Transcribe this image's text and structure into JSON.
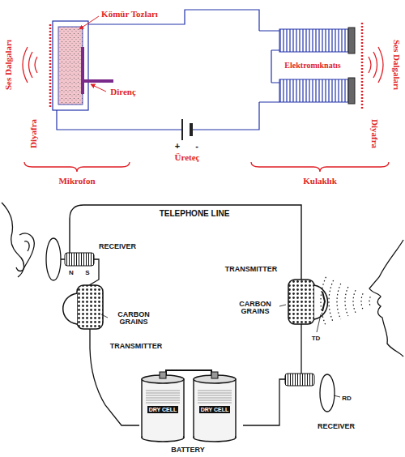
{
  "diagram": {
    "nodes": [
      {
        "text": [
          "DRY CELL"
        ]
      },
      {
        "text": [
          "DRY CELL"
        ]
      }
    ],
    "edges": [
      {
        "from": 0,
        "to": 1,
        "arrow": "none"
      }
    ],
    "labels": [
      "Kömür Tozları",
      "Direnç",
      "Ses Dalgaları",
      "Diyafra",
      "Elektromıknatıs",
      "Ses Dalgaları",
      "Diyafra",
      "+",
      "-",
      "Üreteç",
      "Mikrofon",
      "Kulaklık",
      "TELEPHONE LINE",
      "RECEIVER",
      "N",
      "S",
      "CARBON GRAINS",
      "TRANSMITTER",
      "TRANSMITTER",
      "CARBON GRAINS",
      "TD",
      "RD",
      "RECEIVER",
      "BATTERY"
    ]
  }
}
